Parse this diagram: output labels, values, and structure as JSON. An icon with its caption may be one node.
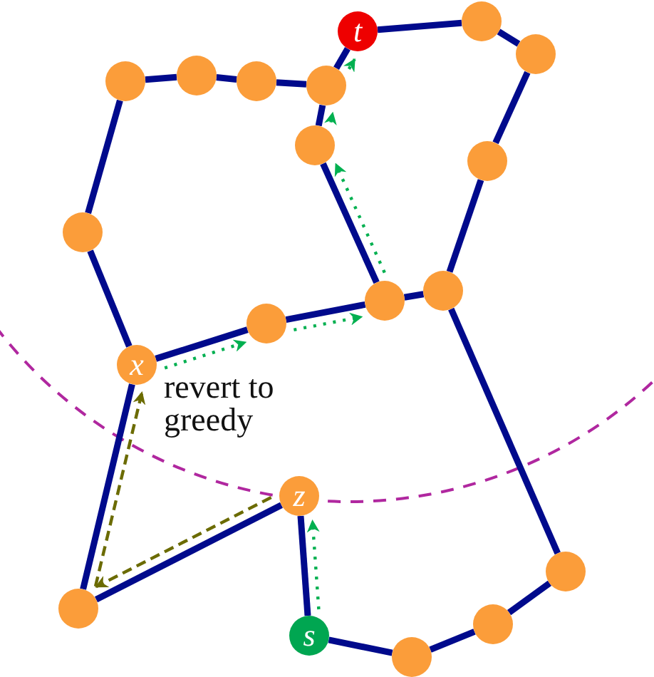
{
  "diagram": {
    "nodes": [
      {
        "text": [
          "t"
        ]
      },
      {
        "text": [],
        "shape": "circle"
      },
      {
        "text": [],
        "shape": "circle"
      },
      {
        "text": [],
        "shape": "circle"
      },
      {
        "text": [],
        "shape": "circle"
      },
      {
        "text": [],
        "shape": "circle"
      },
      {
        "text": [],
        "shape": "circle"
      },
      {
        "text": [],
        "shape": "circle"
      },
      {
        "text": [],
        "shape": "circle"
      },
      {
        "text": [],
        "shape": "circle"
      },
      {
        "text": [],
        "shape": "circle"
      },
      {
        "text": [],
        "shape": "circle"
      },
      {
        "text": [],
        "shape": "circle"
      },
      {
        "text": [
          "x"
        ]
      },
      {
        "text": [
          "z"
        ]
      },
      {
        "text": [],
        "shape": "circle"
      },
      {
        "text": [],
        "shape": "circle"
      },
      {
        "text": [
          "s"
        ]
      },
      {
        "text": [],
        "shape": "circle"
      },
      {
        "text": [],
        "shape": "circle"
      }
    ],
    "edges": [
      {
        "from": 0,
        "to": 1,
        "arrow": "none"
      },
      {
        "from": 1,
        "to": 2,
        "arrow": "none"
      },
      {
        "from": 2,
        "to": 8,
        "arrow": "none"
      },
      {
        "from": 8,
        "to": 10,
        "arrow": "none"
      },
      {
        "from": 10,
        "to": 11,
        "arrow": "none"
      },
      {
        "from": 11,
        "to": 12,
        "arrow": "none"
      },
      {
        "from": 12,
        "to": 13,
        "arrow": "none"
      },
      {
        "from": 13,
        "to": 9,
        "arrow": "none"
      },
      {
        "from": 9,
        "to": 3,
        "arrow": "none"
      },
      {
        "from": 3,
        "to": 4,
        "arrow": "none"
      },
      {
        "from": 4,
        "to": 5,
        "arrow": "none"
      },
      {
        "from": 5,
        "to": 6,
        "arrow": "none"
      },
      {
        "from": 6,
        "to": 0,
        "arrow": "none"
      },
      {
        "from": 6,
        "to": 7,
        "arrow": "none"
      },
      {
        "from": 7,
        "to": 11,
        "arrow": "none"
      },
      {
        "from": 10,
        "to": 15,
        "arrow": "none"
      },
      {
        "from": 15,
        "to": 18,
        "arrow": "none"
      },
      {
        "from": 18,
        "to": 19,
        "arrow": "none"
      },
      {
        "from": 19,
        "to": 17,
        "arrow": "none"
      },
      {
        "from": 17,
        "to": 14,
        "arrow": "none"
      },
      {
        "from": 14,
        "to": 16,
        "arrow": "none"
      },
      {
        "from": 16,
        "to": 13,
        "arrow": "none"
      },
      {
        "from": 17,
        "to": 14,
        "arrow": "to",
        "style": "dashed",
        "color": "#00b050"
      },
      {
        "from": 13,
        "to": 12,
        "arrow": "to",
        "style": "dashed",
        "color": "#00b050"
      },
      {
        "from": 12,
        "to": 11,
        "arrow": "to",
        "style": "dashed",
        "color": "#00b050"
      },
      {
        "from": 11,
        "to": 7,
        "arrow": "to",
        "style": "dashed",
        "color": "#00b050"
      },
      {
        "from": 7,
        "to": 6,
        "arrow": "to",
        "style": "dashed",
        "color": "#00b050"
      },
      {
        "from": 6,
        "to": 0,
        "arrow": "to",
        "style": "dashed",
        "color": "#00b050"
      },
      {
        "from": 14,
        "to": 16,
        "arrow": "to",
        "style": "dashed",
        "color": "#6b6b00"
      },
      {
        "from": 16,
        "to": 13,
        "arrow": "to",
        "style": "dashed",
        "color": "#6b6b00"
      }
    ],
    "labels": [
      "revert to greedy"
    ]
  }
}
